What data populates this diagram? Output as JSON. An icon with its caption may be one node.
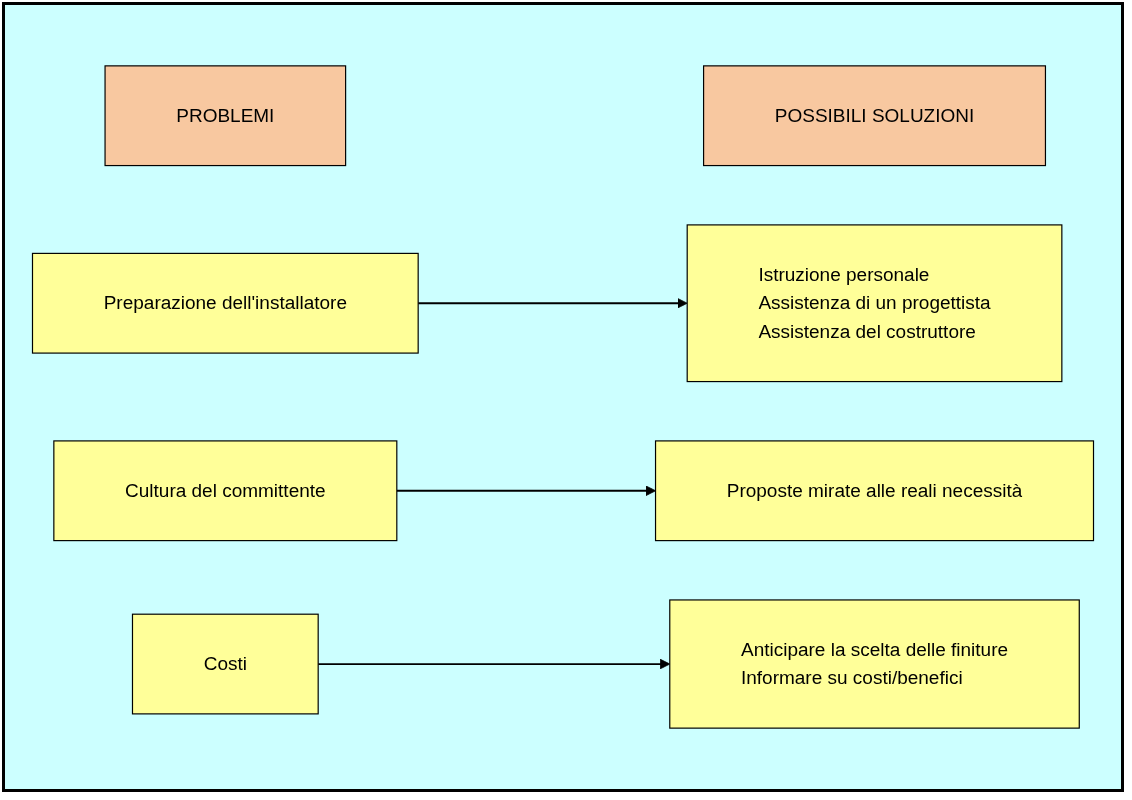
{
  "diagram": {
    "nodes": [
      {
        "text": [
          "PROBLEMI"
        ]
      },
      {
        "text": [
          "POSSIBILI SOLUZIONI"
        ]
      },
      {
        "text": [
          "Preparazione dell'installatore"
        ]
      },
      {
        "text": [
          "Istruzione personale",
          "Assistenza di un progettista",
          "Assistenza del costruttore"
        ]
      },
      {
        "text": [
          "Cultura del committente"
        ]
      },
      {
        "text": [
          "Proposte mirate alle reali necessità"
        ]
      },
      {
        "text": [
          "Costi"
        ]
      },
      {
        "text": [
          "Anticipare la scelta delle finiture",
          "Informare su costi/benefici"
        ]
      }
    ],
    "edges": [
      {
        "from": 2,
        "to": 3,
        "arrow": "to"
      },
      {
        "from": 4,
        "to": 5,
        "arrow": "to"
      },
      {
        "from": 6,
        "to": 7,
        "arrow": "to"
      }
    ]
  }
}
